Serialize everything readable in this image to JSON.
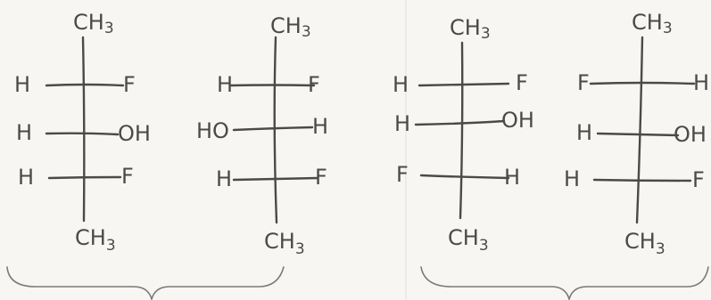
{
  "structures": [
    {
      "id": "fischer-1",
      "top": "CH",
      "top_sub": "3",
      "bottom": "CH",
      "bottom_sub": "3",
      "rows": [
        {
          "left": "H",
          "right": "F"
        },
        {
          "left": "H",
          "right": "OH"
        },
        {
          "left": "H",
          "right": "F"
        }
      ]
    },
    {
      "id": "fischer-2",
      "top": "CH",
      "top_sub": "3",
      "bottom": "CH",
      "bottom_sub": "3",
      "rows": [
        {
          "left": "H",
          "right": "F"
        },
        {
          "left": "HO",
          "right": "H"
        },
        {
          "left": "H",
          "right": "F"
        }
      ]
    },
    {
      "id": "fischer-3",
      "top": "CH",
      "top_sub": "3",
      "bottom": "CH",
      "bottom_sub": "3",
      "rows": [
        {
          "left": "H",
          "right": "F"
        },
        {
          "left": "H",
          "right": "OH"
        },
        {
          "left": "F",
          "right": "H"
        }
      ]
    },
    {
      "id": "fischer-4",
      "top": "CH",
      "top_sub": "3",
      "bottom": "CH",
      "bottom_sub": "3",
      "rows": [
        {
          "left": "F",
          "right": "H"
        },
        {
          "left": "H",
          "right": "OH"
        },
        {
          "left": "H",
          "right": "F"
        }
      ]
    }
  ],
  "colors": {
    "ink": "#4a4a4a",
    "paper": "#f7f6f3",
    "brace": "#7a7a7a"
  }
}
